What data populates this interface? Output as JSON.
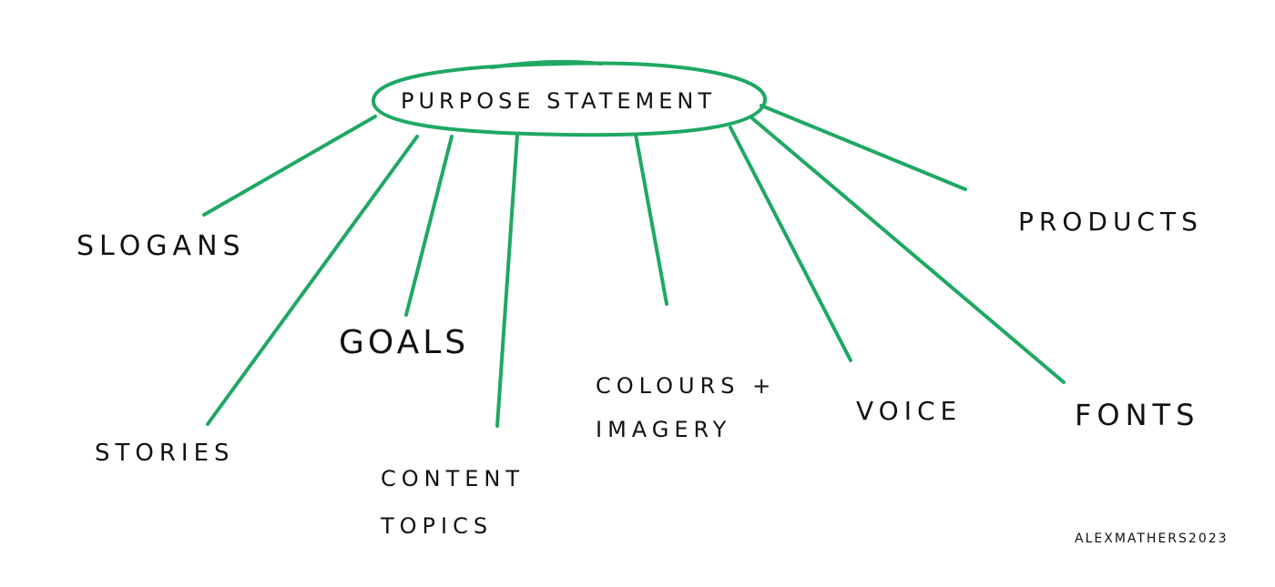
{
  "diagram": {
    "center": {
      "label": "PURPOSE STATEMENT"
    },
    "branches": [
      {
        "label": "SLOGANS"
      },
      {
        "label": "STORIES"
      },
      {
        "label": "GOALS"
      },
      {
        "label": "CONTENT TOPICS"
      },
      {
        "label": "COLOURS + IMAGERY"
      },
      {
        "label": "VOICE"
      },
      {
        "label": "FONTS"
      },
      {
        "label": "PRODUCTS"
      }
    ],
    "line_color": "#1fa863",
    "text_color": "#111111"
  },
  "signature": "ALEXMATHERS2023"
}
